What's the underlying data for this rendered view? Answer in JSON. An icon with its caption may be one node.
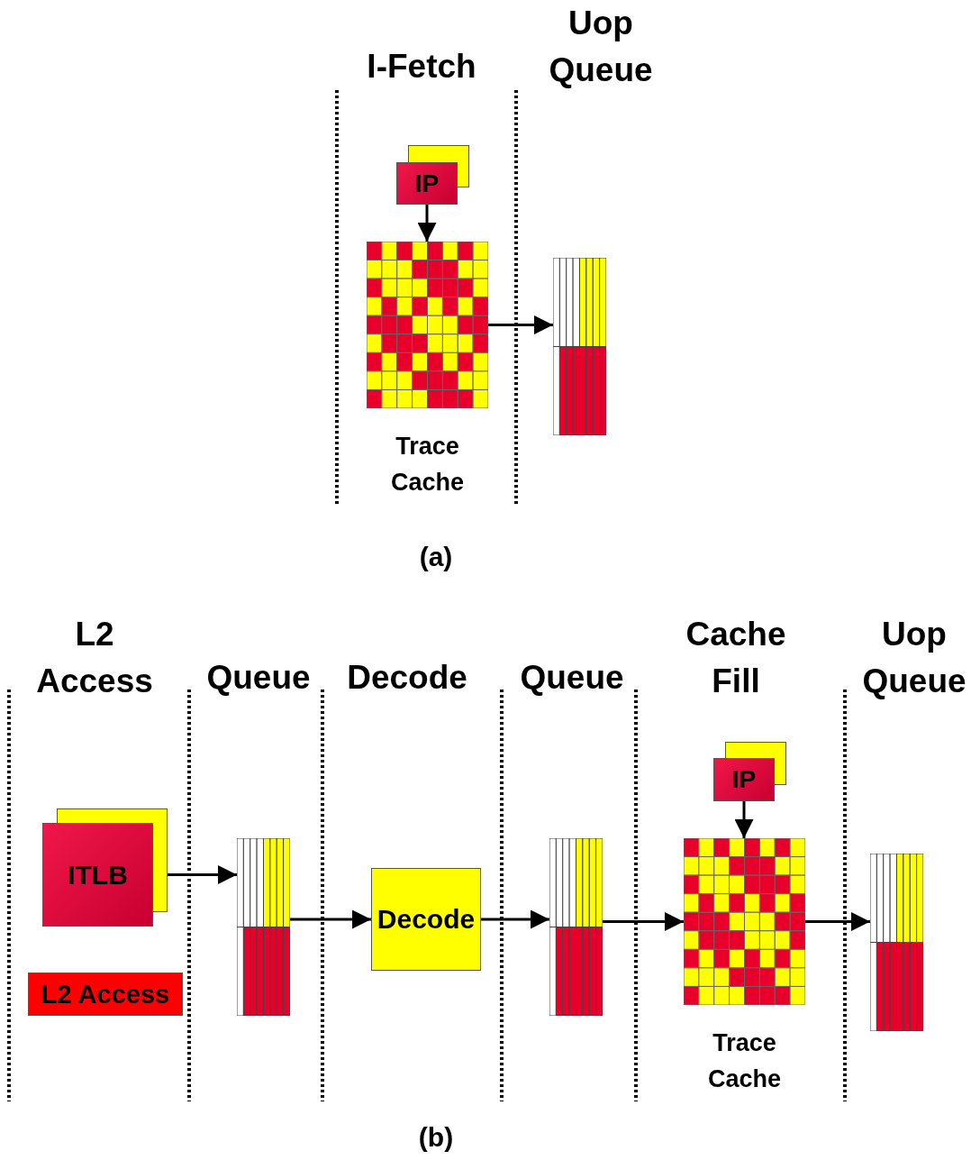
{
  "diagram": {
    "nodes": [
      {
        "text": [
          "IP"
        ]
      },
      {
        "text": [],
        "shape": "grid",
        "beside": [
          "Trace Cache"
        ]
      },
      {
        "text": [],
        "shape": "box"
      },
      {
        "text": [
          "ITLB"
        ]
      },
      {
        "text": [
          "L2 Access"
        ]
      },
      {
        "text": [],
        "shape": "box"
      },
      {
        "text": [
          "Decode"
        ]
      },
      {
        "text": [],
        "shape": "box"
      },
      {
        "text": [
          "IP"
        ]
      },
      {
        "text": [],
        "shape": "grid",
        "beside": [
          "Trace Cache"
        ]
      },
      {
        "text": [],
        "shape": "box"
      }
    ],
    "edges": [
      {
        "from": 0,
        "to": 1,
        "arrow": "to"
      },
      {
        "from": 1,
        "to": 2,
        "arrow": "to"
      },
      {
        "from": 3,
        "to": 5,
        "arrow": "to"
      },
      {
        "from": 5,
        "to": 6,
        "arrow": "to"
      },
      {
        "from": 6,
        "to": 7,
        "arrow": "to"
      },
      {
        "from": 7,
        "to": 9,
        "arrow": "to"
      },
      {
        "from": 8,
        "to": 9,
        "arrow": "to"
      },
      {
        "from": 9,
        "to": 10,
        "arrow": "to"
      }
    ],
    "labels": [
      "I-Fetch",
      "Uop Queue",
      "(a)",
      "L2 Access",
      "Queue",
      "Decode",
      "Queue",
      "Cache Fill",
      "Uop Queue",
      "(b)"
    ]
  }
}
